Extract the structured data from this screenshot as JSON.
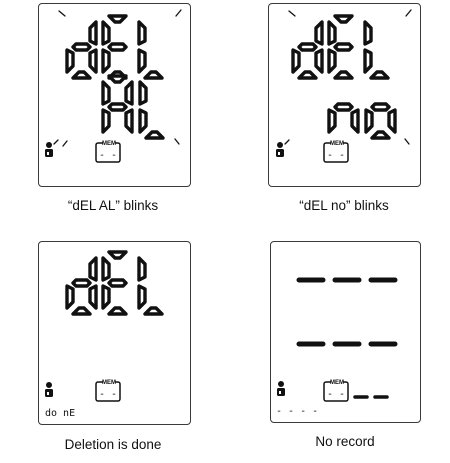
{
  "panels": [
    {
      "display_top": "dEL",
      "display_bottom": "AL",
      "caption": "“dEL AL” blinks"
    },
    {
      "display_top": "dEL",
      "display_bottom": "no",
      "caption": "“dEL no” blinks"
    },
    {
      "display_top": "dEL",
      "status_text": "do nE",
      "caption": "Deletion is done"
    },
    {
      "display_top": "- - -",
      "display_bottom": "- - -",
      "status_text": "- - - -",
      "caption": "No record"
    }
  ],
  "icons": {
    "memory_label": "MEM",
    "memory_value": "- -"
  }
}
